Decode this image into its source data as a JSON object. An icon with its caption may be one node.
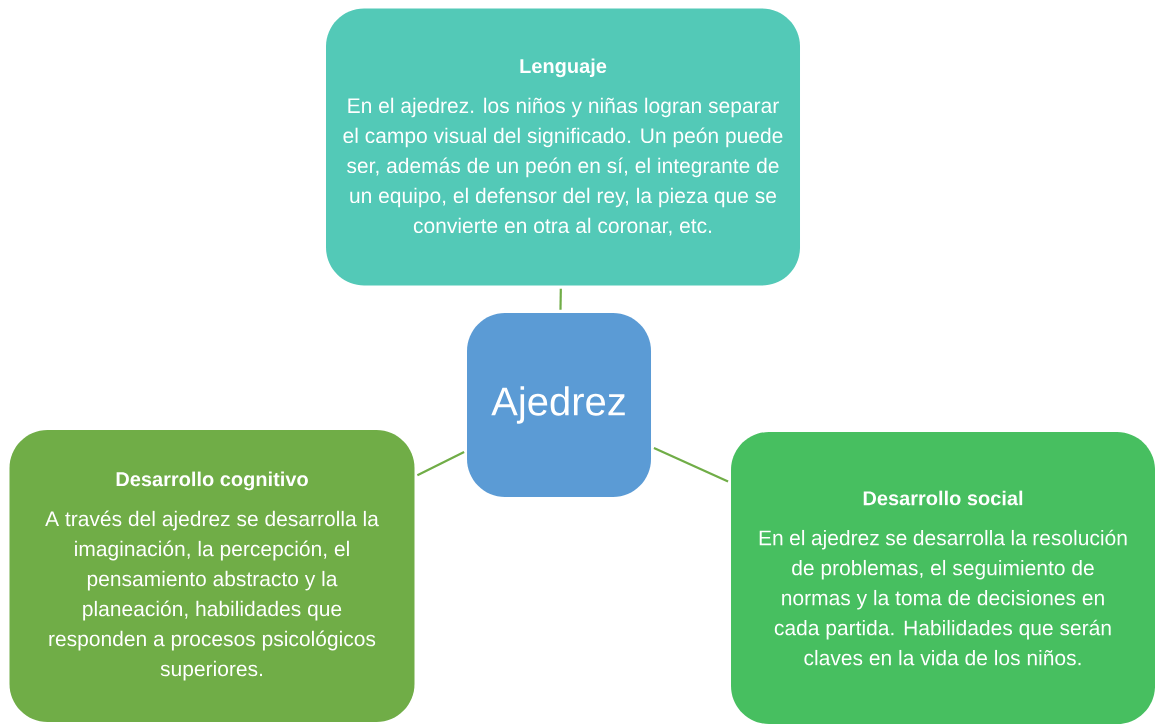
{
  "diagram": {
    "nodes": [
      {
        "text": [
          "Ajedrez"
        ]
      },
      {
        "text": [
          "Lenguaje",
          "En el ajedrez. los niños y niñas logran separar el campo visual del significado. Un peón puede ser, además de un peón en sí, el integrante de un equipo, el defensor del rey, la pieza que se convierte en otra al coronar, etc."
        ]
      },
      {
        "text": [
          "Desarrollo cognitivo",
          "A través del ajedrez se desarrolla la imaginación, la percepción, el pensamiento abstracto y la planeación, habilidades que responden a procesos psicológicos superiores."
        ]
      },
      {
        "text": [
          "Desarrollo social",
          "En el ajedrez se desarrolla la resolución de problemas, el seguimiento de normas y la toma de decisiones en cada partida. Habilidades que serán claves en la vida de los niños."
        ]
      }
    ],
    "edges": [
      {
        "from": 0,
        "to": 1,
        "arrow": "none"
      },
      {
        "from": 0,
        "to": 2,
        "arrow": "none"
      },
      {
        "from": 0,
        "to": 3,
        "arrow": "none"
      }
    ]
  }
}
